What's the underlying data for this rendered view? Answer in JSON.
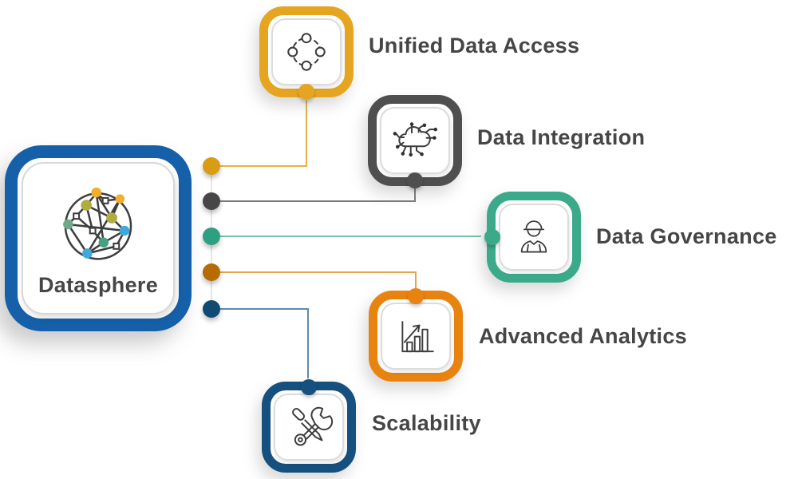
{
  "background_color": "#ffffff",
  "text_color": "#464646",
  "hub": {
    "label": "Datasphere",
    "icon": "network-globe-icon",
    "border_color": "#1560A8"
  },
  "features": [
    {
      "label": "Unified Data Access",
      "icon": "orbit-nodes-icon",
      "border_color": "#E6A521",
      "dot_color": "#D99C12",
      "line_color": "#E8B04A",
      "knob_side": "bottom"
    },
    {
      "label": "Data Integration",
      "icon": "cloud-network-icon",
      "border_color": "#4F4F4F",
      "dot_color": "#474747",
      "line_color": "#7B7B7B",
      "knob_side": "bottom"
    },
    {
      "label": "Data Governance",
      "icon": "worker-person-icon",
      "border_color": "#3BAA8A",
      "dot_color": "#2F9F82",
      "line_color": "#74C3AC",
      "knob_side": "left"
    },
    {
      "label": "Advanced Analytics",
      "icon": "bar-chart-arrow-icon",
      "border_color": "#E8830F",
      "dot_color": "#B56C00",
      "line_color": "#E3A64B",
      "knob_side": "top"
    },
    {
      "label": "Scalability",
      "icon": "tools-icon",
      "border_color": "#15507E",
      "dot_color": "#0F4A73",
      "line_color": "#6289A9",
      "knob_side": "top"
    }
  ]
}
